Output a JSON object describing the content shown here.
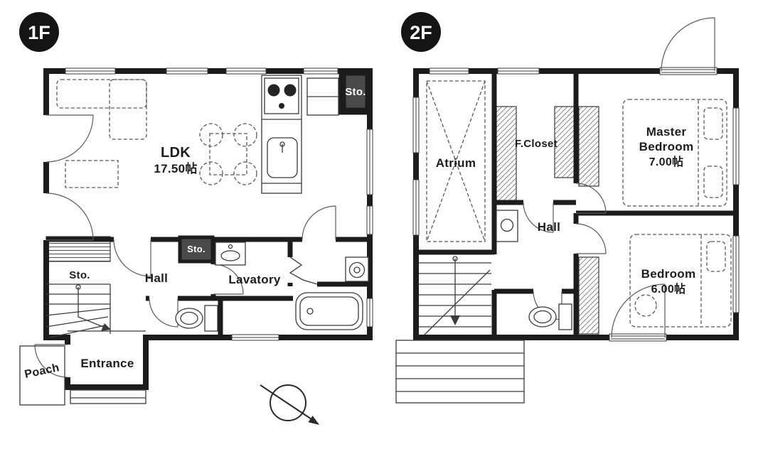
{
  "colors": {
    "wall": "#1c1c1c",
    "thin_line": "#3a3a3a",
    "dashed_furniture": "#5a5a5a",
    "badge_background": "#141414",
    "badge_text": "#ffffff",
    "dark_storage_fill": "#4a4a4a",
    "background": "#ffffff"
  },
  "floor1": {
    "badge": "1F",
    "ldk": {
      "name": "LDK",
      "size": "17.50帖"
    },
    "sto_top": "Sto.",
    "sto_mid": "Sto.",
    "sto_left": "Sto.",
    "hall": "Hall",
    "lavatory": "Lavatory",
    "entrance": "Entrance",
    "poach": "Poach"
  },
  "floor2": {
    "badge": "2F",
    "atrium": "Atrium",
    "f_closet": "F.Closet",
    "master": {
      "line1": "Master",
      "line2": "Bedroom",
      "size": "7.00帖"
    },
    "hall": "Hall",
    "bedroom": {
      "name": "Bedroom",
      "size": "6.00帖"
    }
  }
}
